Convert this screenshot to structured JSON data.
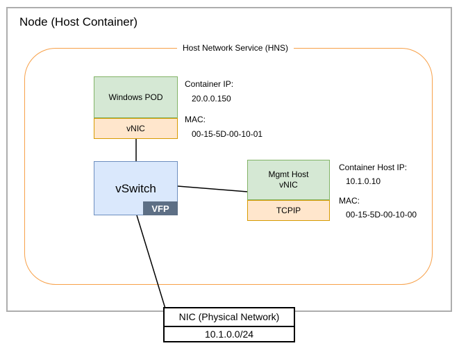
{
  "colors": {
    "node-border": "#adadad",
    "hns-border": "#f7a048",
    "green-fill": "#d5e8d4",
    "green-border": "#82b366",
    "orange-fill": "#ffe6cc",
    "orange-border": "#d79b00",
    "blue-fill": "#dae8fc",
    "blue-border": "#6c8ebf",
    "vfp-bg": "#5d6f85",
    "vfp-text": "#ffffff",
    "connector": "#000000"
  },
  "node": {
    "title": "Node (Host Container)"
  },
  "hns": {
    "label": "Host Network Service (HNS)"
  },
  "windows_pod": {
    "label": "Windows POD",
    "vnic_label": "vNIC",
    "ip_label": "Container IP:",
    "ip": "20.0.0.150",
    "mac_label": "MAC:",
    "mac": "00-15-5D-00-10-01"
  },
  "vswitch": {
    "label": "vSwitch",
    "vfp_label": "VFP"
  },
  "mgmt_host": {
    "label_line1": "Mgmt Host",
    "label_line2": "vNIC",
    "tcpip_label": "TCPIP",
    "ip_label": "Container Host IP:",
    "ip": "10.1.0.10",
    "mac_label": "MAC:",
    "mac": "00-15-5D-00-10-00"
  },
  "nic": {
    "label": "NIC (Physical Network)",
    "subnet": "10.1.0.0/24"
  }
}
